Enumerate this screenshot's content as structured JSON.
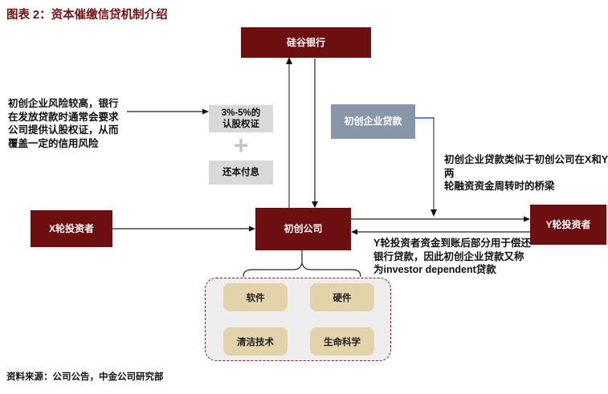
{
  "title": "图表 2：资本催缴信贷机制介绍",
  "source": "资料来源：公司公告，中金公司研究部",
  "colors": {
    "title_red": "#761113",
    "maroon": "#6D0F11",
    "slate": "#8995A9",
    "light_gray": "#D9D9D9",
    "plus_gray": "#C6C6C6",
    "tan": "#E3D3AB",
    "container_bg": "#EDEDED",
    "container_border": "#7E2021",
    "blue": "#4472C4"
  },
  "nodes": {
    "bank": "硅谷银行",
    "warrant": "3%-5%的\n认股权证",
    "plus": "+",
    "repay": "还本付息",
    "loan": "初创企业贷款",
    "x_investor": "X轮投资者",
    "startup": "初创公司",
    "y_investor": "Y轮投资者"
  },
  "annotations": {
    "left_note": "初创企业风险较高，银行\n在发放贷款时通常会要求\n公司提供认股权证，从而\n覆盖一定的信用风险",
    "bridge_note": "初创企业贷款类似于初创公司在X和Y两\n轮融资资金周转时的桥梁",
    "dependent_note": "Y轮投资者资金到账后部分用于偿还\n银行贷款，因此初创企业贷款又称\n为investor dependent贷款"
  },
  "sectors": [
    "软件",
    "硬件",
    "清洁技术",
    "生命科学"
  ]
}
